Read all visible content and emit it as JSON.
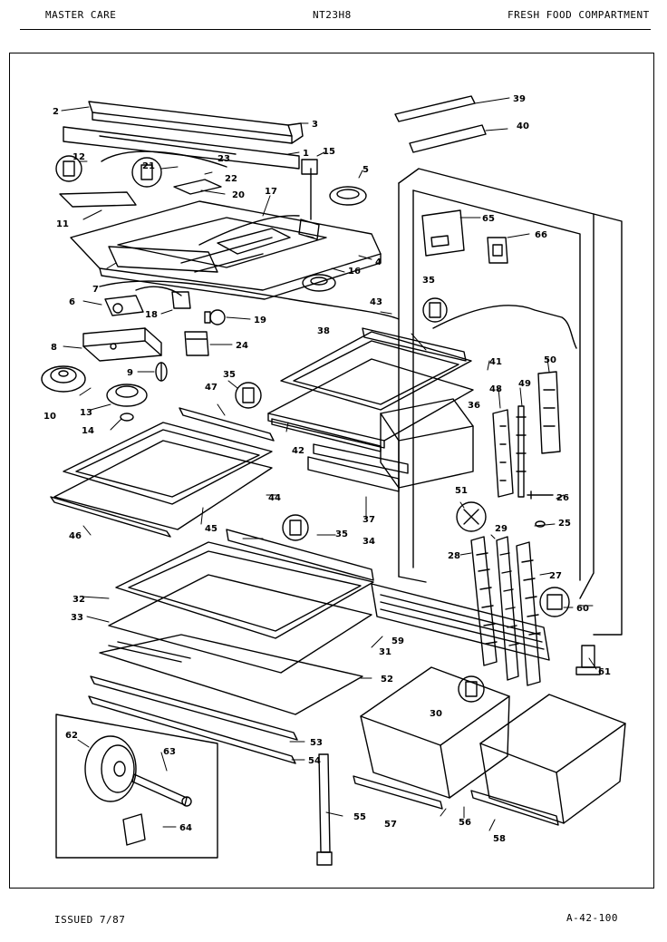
{
  "header": {
    "left": "MASTER CARE",
    "center": "NT23H8",
    "right": "FRESH FOOD COMPARTMENT"
  },
  "footer": {
    "issued": "ISSUED 7/87",
    "code": "A-42-100"
  },
  "callouts": [
    "1",
    "2",
    "3",
    "4",
    "5",
    "6",
    "7",
    "8",
    "9",
    "10",
    "11",
    "12",
    "13",
    "14",
    "15",
    "16",
    "17",
    "18",
    "19",
    "20",
    "21",
    "22",
    "23",
    "24",
    "25",
    "26",
    "27",
    "28",
    "29",
    "30",
    "31",
    "32",
    "33",
    "34",
    "35",
    "36",
    "37",
    "38",
    "39",
    "40",
    "41",
    "42",
    "43",
    "44",
    "45",
    "46",
    "47",
    "48",
    "49",
    "50",
    "51",
    "52",
    "53",
    "54",
    "55",
    "56",
    "57",
    "58",
    "59",
    "60",
    "61",
    "62",
    "63",
    "64",
    "65",
    "66"
  ]
}
